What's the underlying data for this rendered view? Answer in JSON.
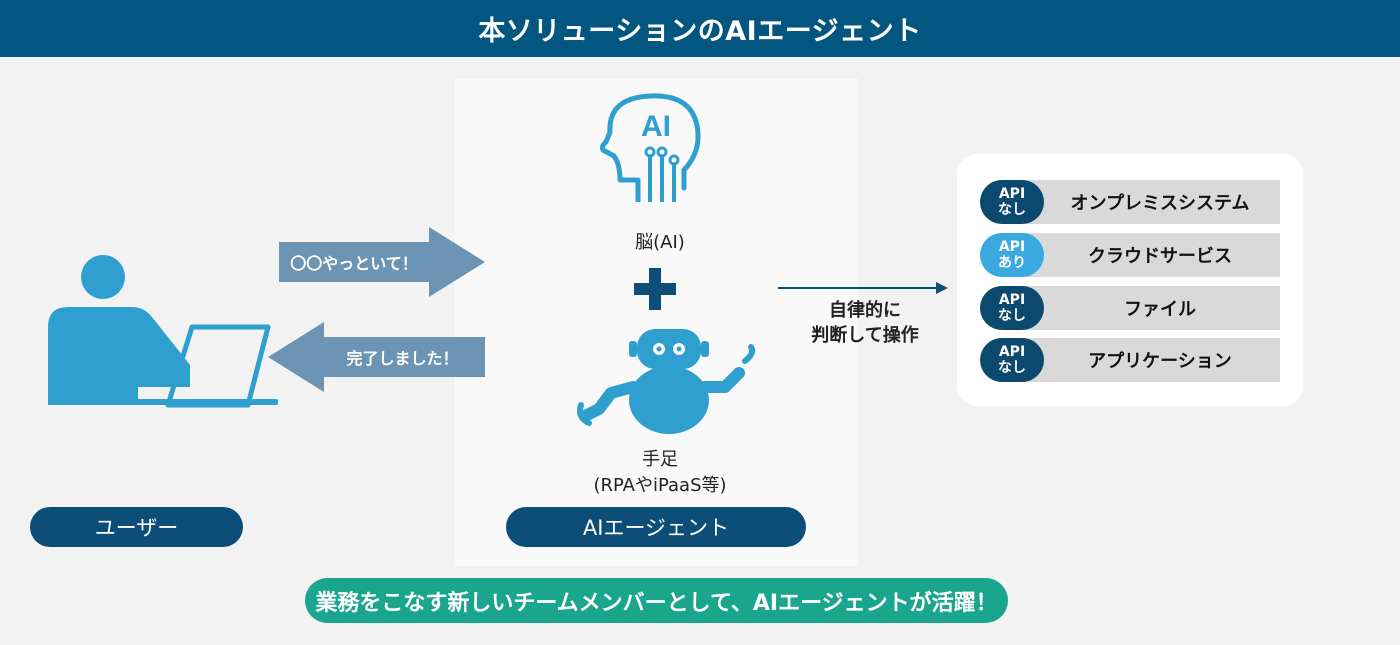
{
  "header": {
    "title": "本ソリューションのAIエージェント"
  },
  "user": {
    "label": "ユーザー"
  },
  "arrows": {
    "request": "〇〇やっといて！",
    "done": "完了しました！"
  },
  "agent": {
    "brain_label": "脳(AI)",
    "ai_icon_text": "AI",
    "plus": "+",
    "hands_label_line1": "手足",
    "hands_label_line2": "(RPAやiPaaS等)",
    "label": "AIエージェント"
  },
  "decision": {
    "line1": "自律的に",
    "line2": "判断して操作"
  },
  "systems": [
    {
      "api_line1": "API",
      "api_line2": "なし",
      "name": "オンプレミスシステム",
      "has_api": false
    },
    {
      "api_line1": "API",
      "api_line2": "あり",
      "name": "クラウドサービス",
      "has_api": true
    },
    {
      "api_line1": "API",
      "api_line2": "なし",
      "name": "ファイル",
      "has_api": false
    },
    {
      "api_line1": "API",
      "api_line2": "なし",
      "name": "アプリケーション",
      "has_api": false
    }
  ],
  "footer": {
    "message": "業務をこなす新しいチームメンバーとして、AIエージェントが活躍！"
  },
  "colors": {
    "navy": "#03567f",
    "pill_navy": "#0c4e78",
    "icon_blue": "#2f9fcf",
    "arrow_blue": "#6d95b3",
    "teal": "#1aa68d",
    "light_blue_badge": "#39a9e0"
  }
}
